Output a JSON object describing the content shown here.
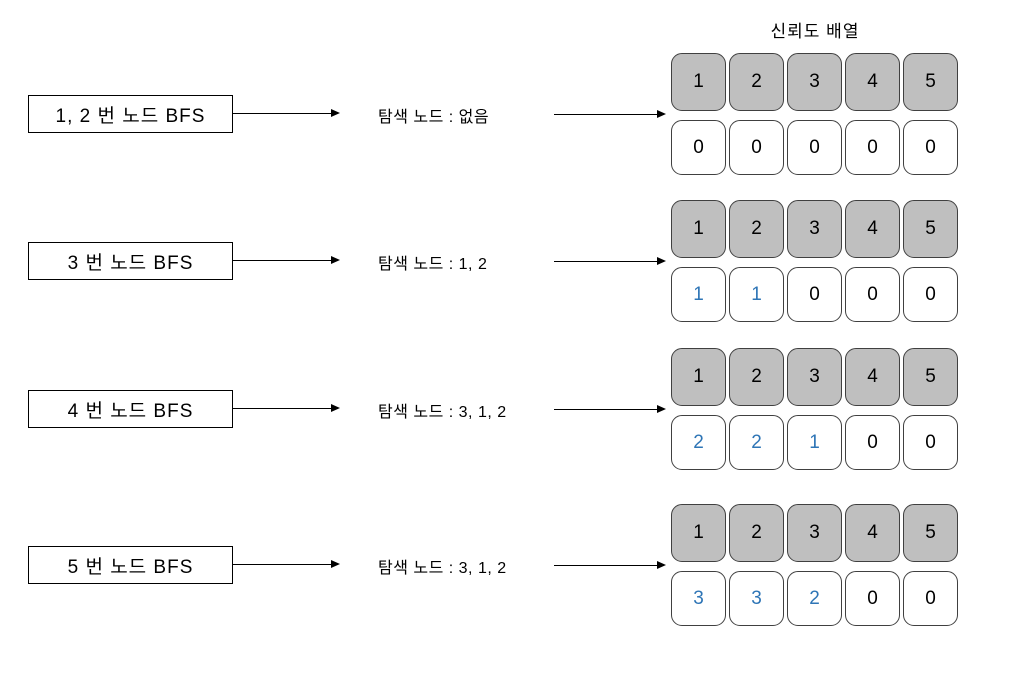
{
  "title": "신뢰도 배열",
  "colors": {
    "header_cell_fill": "#bfbfbf",
    "cell_border": "#404040",
    "highlight_text": "#2e75b6",
    "default_text": "#000000"
  },
  "array_headers": [
    "1",
    "2",
    "3",
    "4",
    "5"
  ],
  "rows": [
    {
      "node_label": "1, 2 번 노드 BFS",
      "search_label": "탐색 노드 : 없음",
      "values": [
        "0",
        "0",
        "0",
        "0",
        "0"
      ],
      "highlighted": [
        false,
        false,
        false,
        false,
        false
      ]
    },
    {
      "node_label": "3 번 노드 BFS",
      "search_label": "탐색 노드 : 1, 2",
      "values": [
        "1",
        "1",
        "0",
        "0",
        "0"
      ],
      "highlighted": [
        true,
        true,
        false,
        false,
        false
      ]
    },
    {
      "node_label": "4 번 노드 BFS",
      "search_label": "탐색 노드 : 3, 1, 2",
      "values": [
        "2",
        "2",
        "1",
        "0",
        "0"
      ],
      "highlighted": [
        true,
        true,
        true,
        false,
        false
      ]
    },
    {
      "node_label": "5 번 노드 BFS",
      "search_label": "탐색 노드 : 3, 1, 2",
      "values": [
        "3",
        "3",
        "2",
        "0",
        "0"
      ],
      "highlighted": [
        true,
        true,
        true,
        false,
        false
      ]
    }
  ]
}
